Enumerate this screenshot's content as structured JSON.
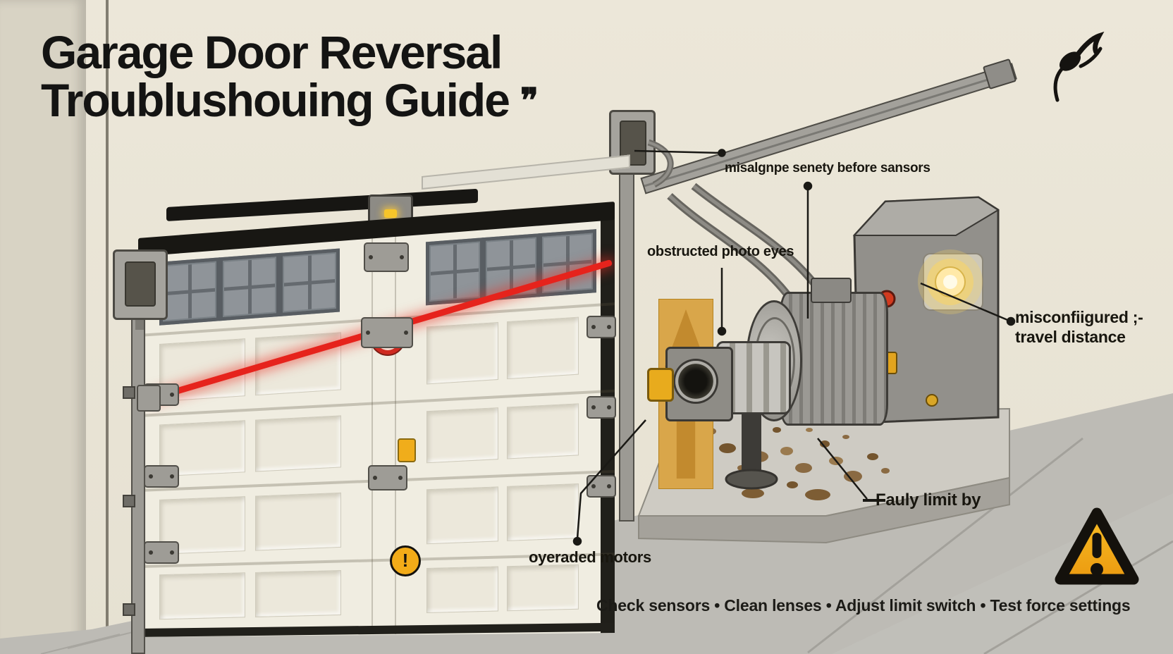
{
  "title": {
    "line1": "Garage Door Reversal",
    "line2": "Troublushouing Guide",
    "quote_mark": "❞"
  },
  "annotations": {
    "sensor_label": "misalgnpe senety before sansors",
    "photo_eyes_label": "obstructed photo eyes",
    "travel_label_line1": "misconfiigured ;-",
    "travel_label_line2": "travel distance",
    "limit_label": "Fauly limit by",
    "motor_label": "oyeraded motors"
  },
  "door": {
    "exclamation_mark": "!"
  },
  "footer": {
    "checklist": "Check sensors • Clean lenses • Adjust limit switch • Test force settings"
  },
  "icons": {
    "warning": "warning-triangle-icon",
    "scribble": "scribble-icon",
    "laser": "laser-beam",
    "target": "target-emblem-icon"
  },
  "colors": {
    "wall_beige": "#e9e4d6",
    "floor_gray": "#bdbbb5",
    "laser_red": "#e6231c",
    "warning_yellow": "#f2ab18",
    "arrow_orange": "#d9a64a",
    "led_yellow": "#f6c52a",
    "glow_yellow": "#ffe9a8",
    "ink_black": "#141413"
  }
}
